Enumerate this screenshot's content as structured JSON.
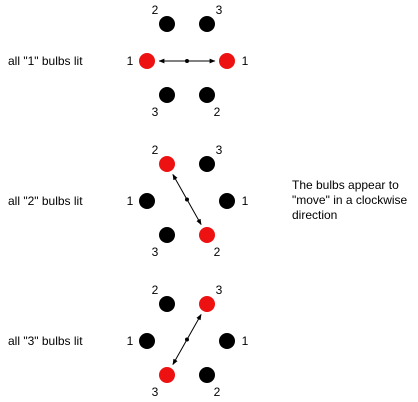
{
  "colors": {
    "lit": "#ee1111",
    "unlit": "#000000",
    "background": "#ffffff"
  },
  "note_lines": [
    "The bulbs appear to",
    "\"move\" in a clockwise",
    "direction"
  ],
  "panels": [
    {
      "label": "all \"1\" bulbs lit",
      "lit": "1",
      "bulbs": [
        {
          "position": "upper-left",
          "number": "2",
          "lit": false
        },
        {
          "position": "upper-right",
          "number": "3",
          "lit": false
        },
        {
          "position": "middle-left",
          "number": "1",
          "lit": true
        },
        {
          "position": "middle-right",
          "number": "1",
          "lit": true
        },
        {
          "position": "lower-left",
          "number": "3",
          "lit": false
        },
        {
          "position": "lower-right",
          "number": "2",
          "lit": false
        }
      ]
    },
    {
      "label": "all \"2\" bulbs lit",
      "lit": "2",
      "bulbs": [
        {
          "position": "upper-left",
          "number": "2",
          "lit": true
        },
        {
          "position": "upper-right",
          "number": "3",
          "lit": false
        },
        {
          "position": "middle-left",
          "number": "1",
          "lit": false
        },
        {
          "position": "middle-right",
          "number": "1",
          "lit": false
        },
        {
          "position": "lower-left",
          "number": "3",
          "lit": false
        },
        {
          "position": "lower-right",
          "number": "2",
          "lit": true
        }
      ]
    },
    {
      "label": "all \"3\" bulbs lit",
      "lit": "3",
      "bulbs": [
        {
          "position": "upper-left",
          "number": "2",
          "lit": false
        },
        {
          "position": "upper-right",
          "number": "3",
          "lit": true
        },
        {
          "position": "middle-left",
          "number": "1",
          "lit": false
        },
        {
          "position": "middle-right",
          "number": "1",
          "lit": false
        },
        {
          "position": "lower-left",
          "number": "3",
          "lit": true
        },
        {
          "position": "lower-right",
          "number": "2",
          "lit": false
        }
      ]
    }
  ]
}
